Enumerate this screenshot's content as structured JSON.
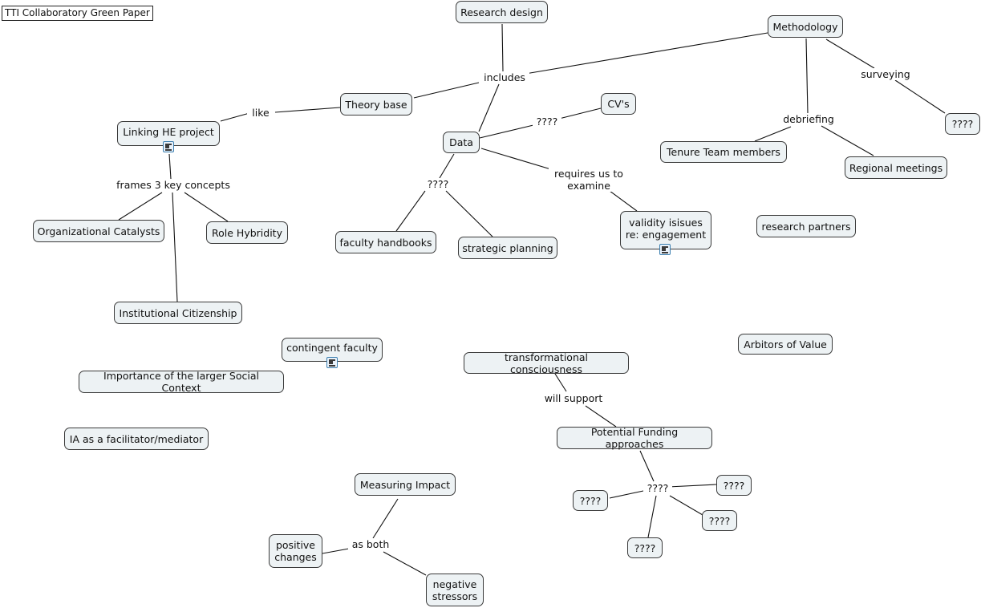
{
  "title": "TTI Collaboratory Green Paper",
  "icons": {
    "resource": "document-icon"
  },
  "colors": {
    "node_fill": "#edf2f4",
    "node_border": "#3a3a3a",
    "link": "#111111",
    "icon_accent": "#3c7fb0"
  },
  "concepts": {
    "research_design": "Research design",
    "methodology": "Methodology",
    "theory_base": "Theory base",
    "linking_he": "Linking HE project",
    "data": "Data",
    "cvs": "CV's",
    "q_surveying": "????",
    "tenure_team": "Tenure Team members",
    "regional_meetings": "Regional meetings",
    "org_catalysts": "Organizational Catalysts",
    "role_hybridity": "Role Hybridity",
    "faculty_handbooks": "faculty handbooks",
    "strategic_planning": "strategic planning",
    "validity": "validity isisues\nre: engagement",
    "research_partners": "research partners",
    "inst_citizenship": "Institutional Citizenship",
    "contingent_faculty": "contingent faculty",
    "arbitors": "Arbitors of Value",
    "transformational": "transformational consciousness",
    "importance_social": "Importance of the larger Social Context",
    "ia_facilitator": "IA as a facilitator/mediator",
    "potential_funding": "Potential Funding approaches",
    "measuring_impact": "Measuring Impact",
    "q_fund_1": "????",
    "q_fund_2": "????",
    "q_fund_3": "????",
    "q_fund_4": "????",
    "positive_changes": "positive\nchanges",
    "negative_stressors": "negative\nstressors"
  },
  "linking_phrases": {
    "includes": "includes",
    "surveying": "surveying",
    "like": "like",
    "q_cvs": "????",
    "debriefing": "debriefing",
    "requires": "requires us to\nexamine",
    "frames": "frames 3 key concepts",
    "q_data": "????",
    "will_support": "will support",
    "q_funding": "????",
    "as_both": "as both"
  }
}
